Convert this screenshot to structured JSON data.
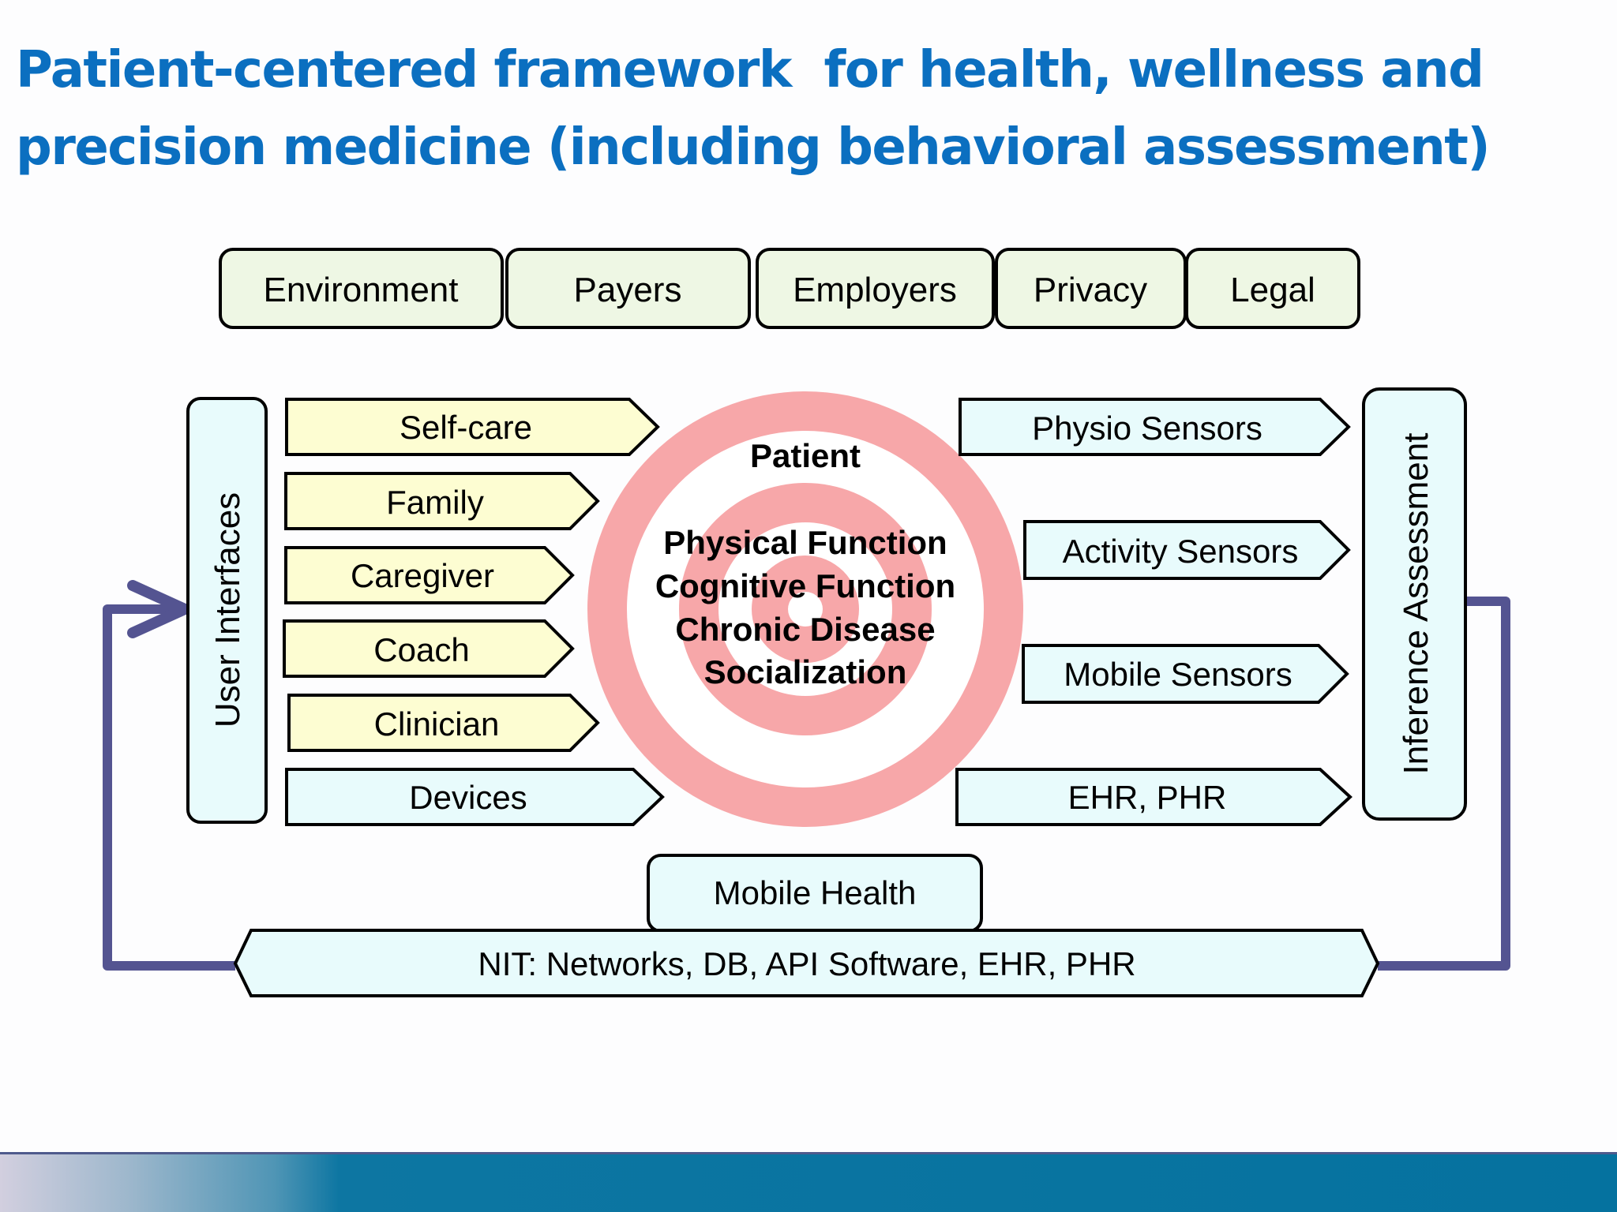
{
  "title": {
    "line1": "Patient-centered framework  for health, wellness and",
    "line2": "precision medicine (including behavioral assessment)"
  },
  "colors": {
    "title": "#0b6fc0",
    "context_box_fill": "#eef7e4",
    "stakeholder_arrow_fill": "#fdfdd2",
    "data_arrow_fill": "#e8fbfc",
    "target_ring": "#f7a7a9",
    "loop_line": "#545491",
    "footer_bar": "#05729f"
  },
  "context_boxes": [
    {
      "label": "Environment"
    },
    {
      "label": "Payers"
    },
    {
      "label": "Employers"
    },
    {
      "label": "Privacy"
    },
    {
      "label": "Legal"
    }
  ],
  "user_interfaces": {
    "label": "User Interfaces"
  },
  "stakeholders": [
    {
      "label": "Self-care"
    },
    {
      "label": "Family"
    },
    {
      "label": "Caregiver"
    },
    {
      "label": "Coach"
    },
    {
      "label": "Clinician"
    },
    {
      "label": "Devices"
    }
  ],
  "target": {
    "title": "Patient",
    "items": [
      "Physical Function",
      "Cognitive Function",
      "Chronic Disease",
      "Socialization"
    ]
  },
  "sensors": [
    {
      "label": "Physio Sensors"
    },
    {
      "label": "Activity Sensors"
    },
    {
      "label": "Mobile Sensors"
    },
    {
      "label": "EHR, PHR"
    }
  ],
  "inference": {
    "label": "Inference Assessment"
  },
  "mobile_health": {
    "label": "Mobile Health"
  },
  "nit": {
    "label": "NIT: Networks, DB, API Software, EHR, PHR"
  }
}
